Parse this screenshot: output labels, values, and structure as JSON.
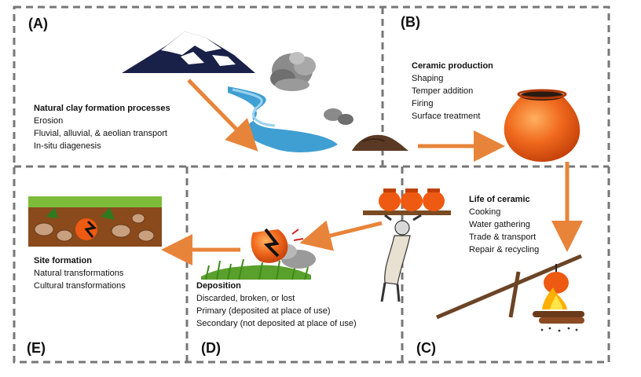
{
  "panel_labels": {
    "a": "(A)",
    "b": "(B)",
    "c": "(C)",
    "d": "(D)",
    "e": "(E)"
  },
  "panel_a": {
    "title": "Natural clay formation processes",
    "items": [
      "Erosion",
      "Fluvial, alluvial, & aeolian transport",
      "In-situ diagenesis"
    ]
  },
  "panel_b": {
    "title": "Ceramic production",
    "items": [
      "Shaping",
      "Temper  addition",
      "Firing",
      "Surface treatment"
    ]
  },
  "panel_c": {
    "title": "Life of ceramic",
    "items": [
      "Cooking",
      "Water gathering",
      "Trade & transport",
      "Repair & recycling"
    ]
  },
  "panel_d": {
    "title": "Deposition",
    "items": [
      "Discarded, broken, or lost",
      "Primary (deposited at place of use)",
      "Secondary (not deposited at place of use)"
    ]
  },
  "panel_e": {
    "title": "Site formation",
    "items": [
      "Natural transformations",
      "Cultural transformations"
    ]
  },
  "colors": {
    "arrow": "#e8843a",
    "border": "#777777",
    "pot": "#ee5a12",
    "river": "#3f9fd2",
    "mountain": "#1a2148",
    "grass": "#5aa02c"
  }
}
